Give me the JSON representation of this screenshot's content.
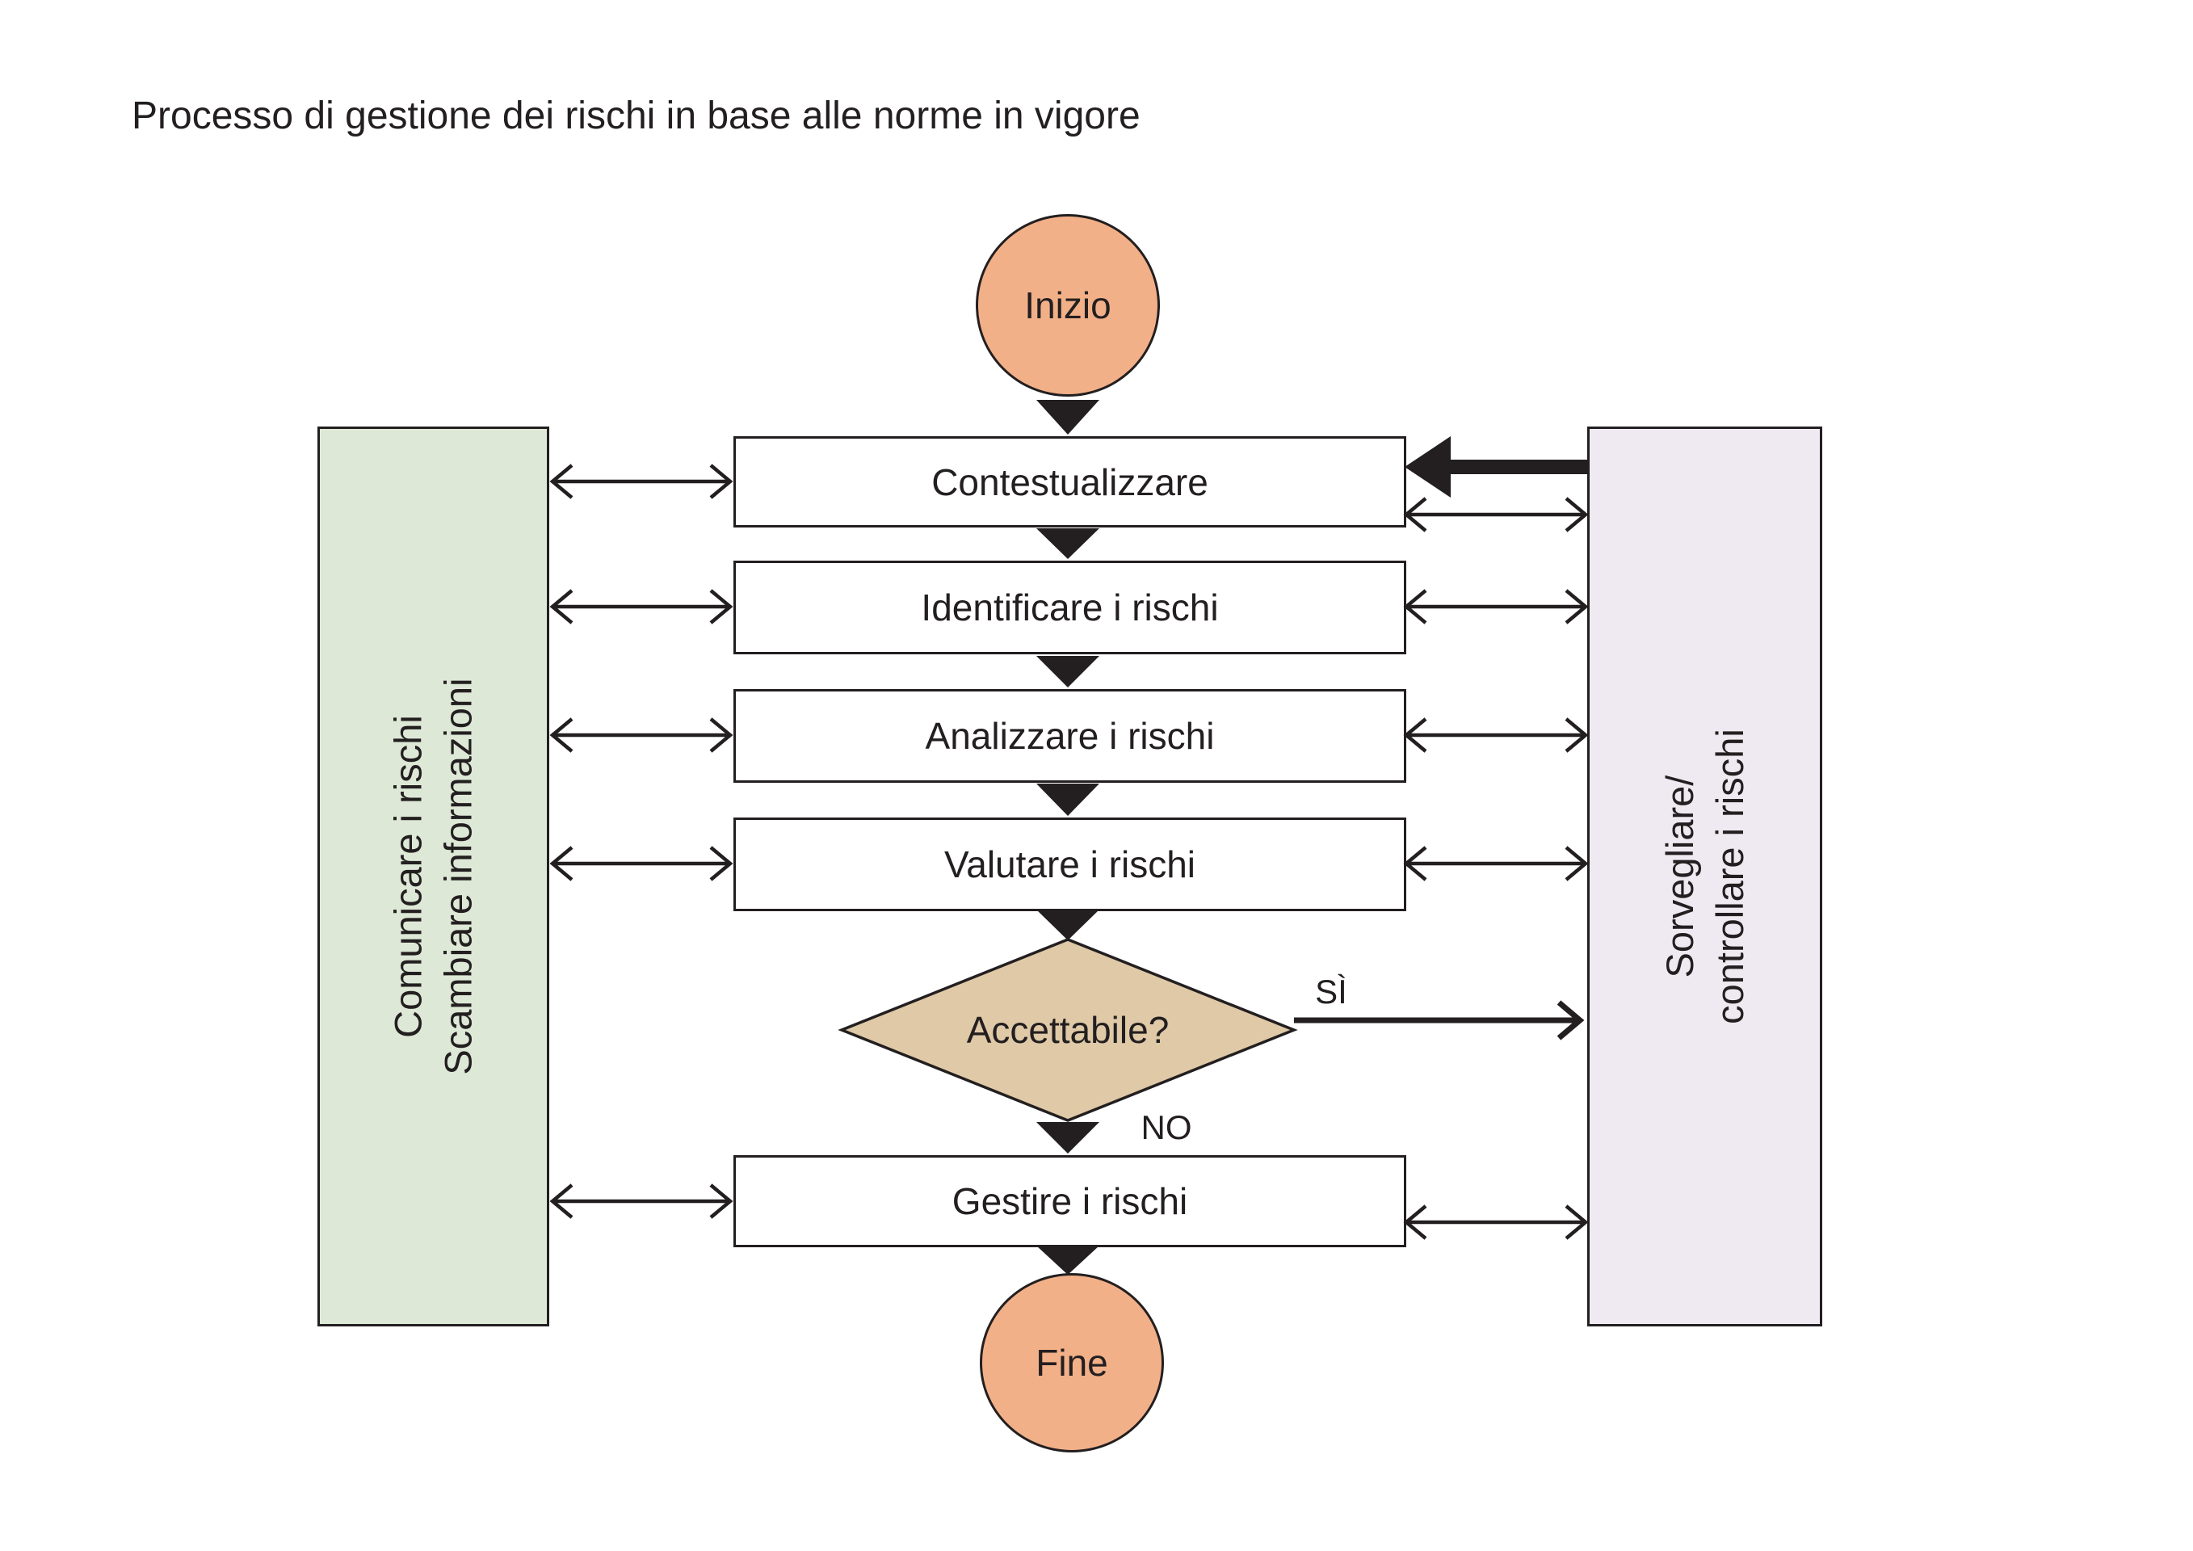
{
  "title": "Processo di gestione dei rischi in base alle norme in vigore",
  "colors": {
    "terminator_fill": "#F2B088",
    "left_sidebar_fill": "#DDE8D6",
    "right_sidebar_fill": "#EFEAF1",
    "diamond_fill": "#DFC9A7",
    "process_box_fill": "#FFFFFF",
    "line_color": "#231F20"
  },
  "start": {
    "label": "Inizio"
  },
  "end": {
    "label": "Fine"
  },
  "left_sidebar": {
    "line1": "Comunicare i rischi",
    "line2": "Scambiare informazioni"
  },
  "right_sidebar": {
    "line1": "Sorvegliare/",
    "line2": "controllare i rischi"
  },
  "steps": [
    {
      "label": "Contestualizzare"
    },
    {
      "label": "Identificare i rischi"
    },
    {
      "label": "Analizzare i rischi"
    },
    {
      "label": "Valutare i rischi"
    },
    {
      "label": "Gestire i rischi"
    }
  ],
  "decision": {
    "label": "Accettabile?",
    "yes_label": "SÌ",
    "no_label": "NO"
  }
}
